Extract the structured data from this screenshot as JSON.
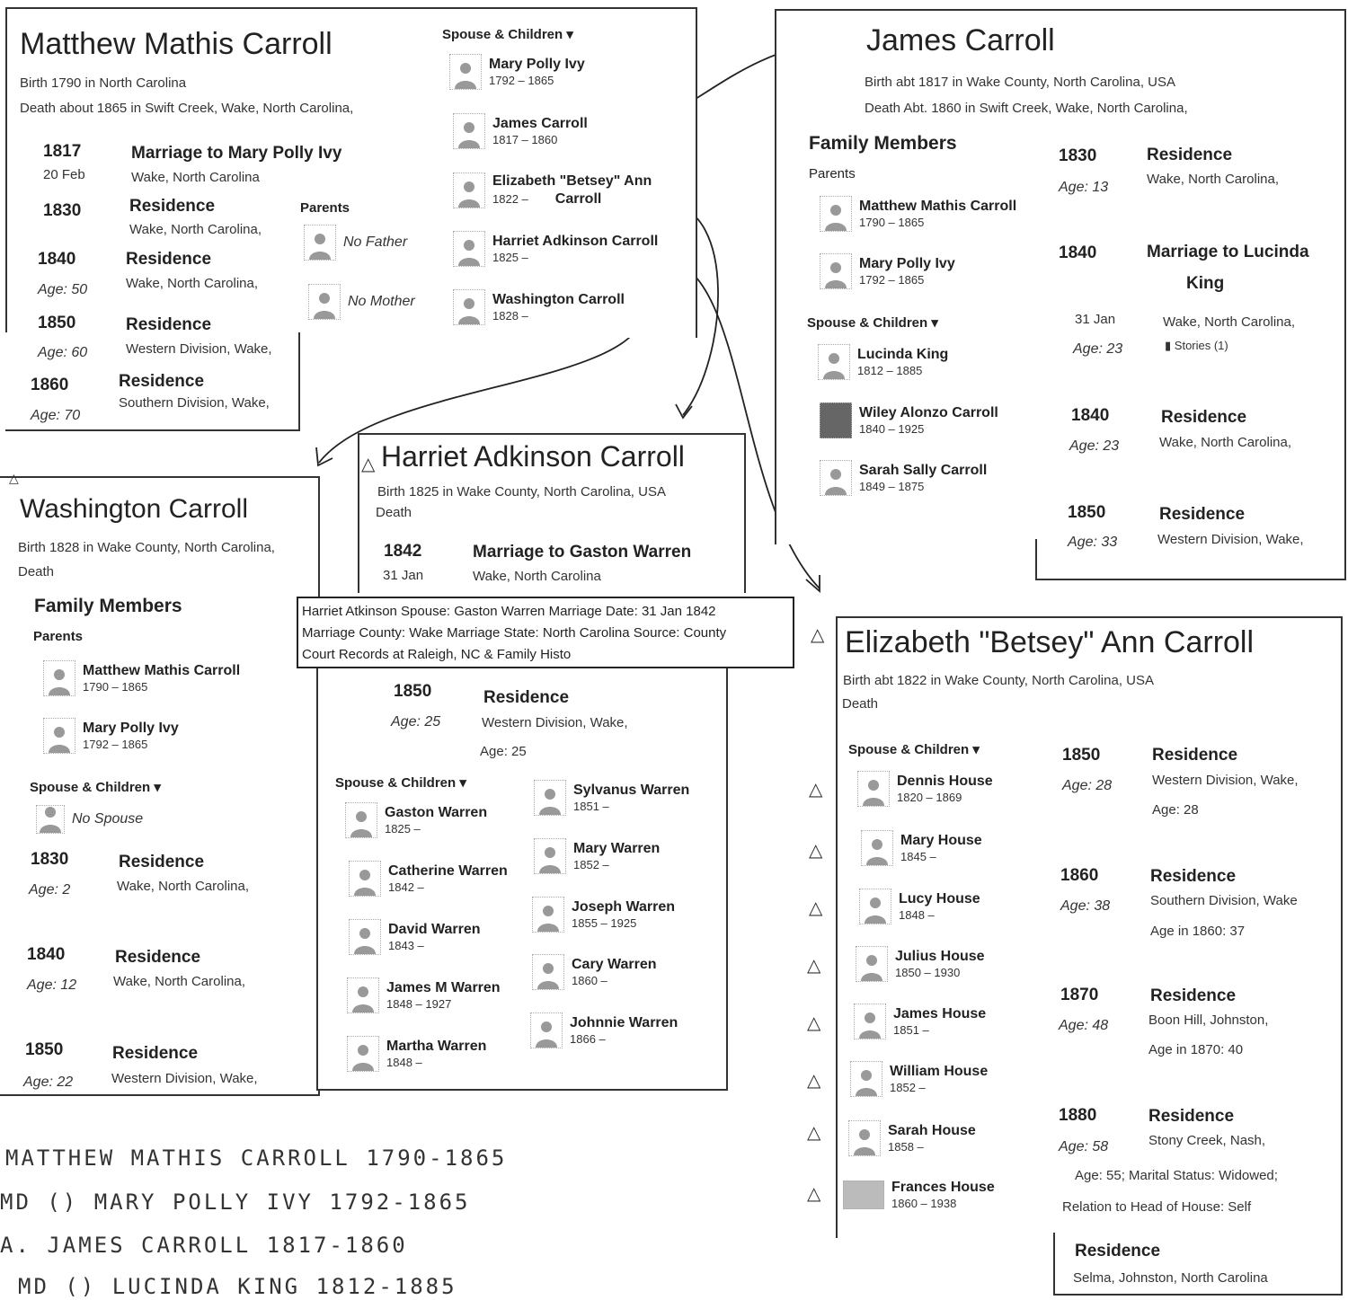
{
  "matthew": {
    "name": "Matthew Mathis Carroll",
    "birth": "Birth 1790 in North Carolina",
    "death": "Death about 1865 in Swift Creek, Wake, North Carolina,",
    "events": [
      {
        "year": "1817",
        "sub": "20 Feb",
        "title": "Marriage to Mary Polly Ivy",
        "loc": "Wake, North Carolina"
      },
      {
        "year": "1830",
        "sub": "",
        "title": "Residence",
        "loc": "Wake, North Carolina,"
      },
      {
        "year": "1840",
        "sub": "Age: 50",
        "title": "Residence",
        "loc": "Wake, North Carolina,"
      },
      {
        "year": "1850",
        "sub": "Age: 60",
        "title": "Residence",
        "loc": "Western Division, Wake,"
      },
      {
        "year": "1860",
        "sub": "Age: 70",
        "title": "Residence",
        "loc": "Southern Division, Wake,"
      }
    ],
    "parents_label": "Parents",
    "no_father": "No Father",
    "no_mother": "No Mother",
    "spouse_label": "Spouse & Children ▾",
    "family": [
      {
        "name": "Mary Polly Ivy",
        "dates": "1792 – 1865"
      },
      {
        "name": "James Carroll",
        "dates": "1817 – 1860"
      },
      {
        "name": "Elizabeth \"Betsey\" Ann",
        "name2": "Carroll",
        "dates": "1822 –"
      },
      {
        "name": "Harriet Adkinson Carroll",
        "dates": "1825 –"
      },
      {
        "name": "Washington Carroll",
        "dates": "1828 –"
      }
    ]
  },
  "james": {
    "name": "James Carroll",
    "birth": "Birth abt 1817 in Wake County, North Carolina, USA",
    "death": "Death Abt. 1860 in Swift Creek, Wake, North Carolina,",
    "family_members_label": "Family Members",
    "parents_label": "Parents",
    "parents": [
      {
        "name": "Matthew Mathis Carroll",
        "dates": "1790 – 1865"
      },
      {
        "name": "Mary Polly Ivy",
        "dates": "1792 – 1865"
      }
    ],
    "spouse_label": "Spouse & Children ▾",
    "spouse_children": [
      {
        "name": "Lucinda King",
        "dates": "1812 – 1885"
      },
      {
        "name": "Wiley Alonzo Carroll",
        "dates": "1840 – 1925"
      },
      {
        "name": "Sarah Sally Carroll",
        "dates": "1849 – 1875"
      }
    ],
    "events": [
      {
        "year": "1830",
        "sub": "Age: 13",
        "title": "Residence",
        "loc": "Wake, North Carolina,"
      },
      {
        "year": "1840",
        "sub": "31 Jan",
        "sub2": "Age: 23",
        "title": "Marriage to Lucinda",
        "title2": "King",
        "loc": "Wake, North Carolina,",
        "stories": "Stories (1)"
      },
      {
        "year": "1840",
        "sub": "Age: 23",
        "title": "Residence",
        "loc": "Wake, North Carolina,"
      },
      {
        "year": "1850",
        "sub": "Age: 33",
        "title": "Residence",
        "loc": "Western Division, Wake,"
      }
    ]
  },
  "washington": {
    "name": "Washington Carroll",
    "birth": "Birth 1828 in Wake County, North Carolina,",
    "death": "Death",
    "family_members_label": "Family Members",
    "parents_label": "Parents",
    "parents": [
      {
        "name": "Matthew Mathis Carroll",
        "dates": "1790 – 1865"
      },
      {
        "name": "Mary Polly Ivy",
        "dates": "1792 – 1865"
      }
    ],
    "spouse_label": "Spouse & Children ▾",
    "no_spouse": "No Spouse",
    "events": [
      {
        "year": "1830",
        "sub": "Age: 2",
        "title": "Residence",
        "loc": "Wake, North Carolina,"
      },
      {
        "year": "1840",
        "sub": "Age: 12",
        "title": "Residence",
        "loc": "Wake, North Carolina,"
      },
      {
        "year": "1850",
        "sub": "Age: 22",
        "title": "Residence",
        "loc": "Western Division, Wake,"
      }
    ]
  },
  "harriet": {
    "name": "Harriet Adkinson Carroll",
    "birth": "Birth 1825 in Wake County, North Carolina, USA",
    "death": "Death",
    "marriage": {
      "year": "1842",
      "sub": "31 Jan",
      "title": "Marriage to Gaston Warren",
      "loc": "Wake, North Carolina"
    },
    "note_lines": [
      "Harriet Atkinson Spouse: Gaston Warren Marriage Date: 31 Jan 1842",
      "Marriage County: Wake Marriage State: North Carolina Source: County",
      "Court Records at Raleigh, NC & Family Histo"
    ],
    "residence": {
      "year": "1850",
      "sub": "Age: 25",
      "title": "Residence",
      "loc": "Western Division, Wake,",
      "extra": "Age: 25"
    },
    "spouse_label": "Spouse & Children ▾",
    "left_col": [
      {
        "name": "Gaston Warren",
        "dates": "1825 –"
      },
      {
        "name": "Catherine Warren",
        "dates": "1842 –"
      },
      {
        "name": "David Warren",
        "dates": "1843 –"
      },
      {
        "name": "James M Warren",
        "dates": "1848 – 1927"
      },
      {
        "name": "Martha Warren",
        "dates": "1848 –"
      }
    ],
    "right_col": [
      {
        "name": "Sylvanus Warren",
        "dates": "1851 –"
      },
      {
        "name": "Mary Warren",
        "dates": "1852 –"
      },
      {
        "name": "Joseph Warren",
        "dates": "1855 – 1925"
      },
      {
        "name": "Cary Warren",
        "dates": "1860 –"
      },
      {
        "name": "Johnnie Warren",
        "dates": "1866 –"
      }
    ]
  },
  "elizabeth": {
    "name": "Elizabeth \"Betsey\" Ann Carroll",
    "birth": "Birth abt 1822 in Wake County, North Carolina, USA",
    "death": "Death",
    "spouse_label": "Spouse & Children ▾",
    "spouse_children": [
      {
        "name": "Dennis House",
        "dates": "1820 – 1869"
      },
      {
        "name": "Mary House",
        "dates": "1845 –"
      },
      {
        "name": "Lucy House",
        "dates": "1848 –"
      },
      {
        "name": "Julius House",
        "dates": "1850 – 1930"
      },
      {
        "name": "James House",
        "dates": "1851 –"
      },
      {
        "name": "William House",
        "dates": "1852 –"
      },
      {
        "name": "Sarah House",
        "dates": "1858 –"
      },
      {
        "name": "Frances House",
        "dates": "1860 – 1938"
      }
    ],
    "events": [
      {
        "year": "1850",
        "sub": "Age: 28",
        "title": "Residence",
        "loc": "Western Division, Wake,",
        "extra": "Age: 28"
      },
      {
        "year": "1860",
        "sub": "Age: 38",
        "title": "Residence",
        "loc": "Southern Division, Wake",
        "extra": "Age in 1860: 37"
      },
      {
        "year": "1870",
        "sub": "Age: 48",
        "title": "Residence",
        "loc": "Boon Hill, Johnston,",
        "extra": "Age in 1870: 40"
      },
      {
        "year": "1880",
        "sub": "Age: 58",
        "title": "Residence",
        "loc": "Stony Creek, Nash,",
        "extra": "Age: 55; Marital Status: Widowed;",
        "extra2": "Relation to Head of House: Self"
      }
    ],
    "last_residence": {
      "title": "Residence",
      "loc": "Selma, Johnston, North Carolina"
    }
  },
  "handwritten": [
    "MATTHEW MATHIS CARROLL 1790-1865",
    "MD () MARY POLLY IVY 1792-1865",
    "A. JAMES CARROLL 1817-1860",
    "MD () LUCINDA KING 1812-1885"
  ]
}
